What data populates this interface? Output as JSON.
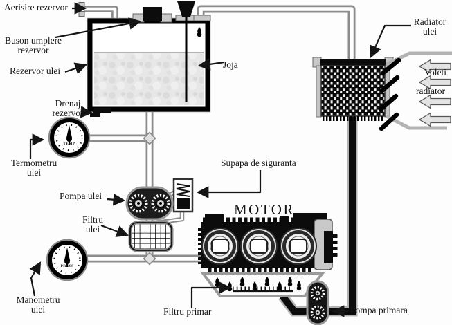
{
  "labels": {
    "aerisire": "Aerisire rezervor",
    "buson_1": "Buson umplere",
    "buson_2": "rezervor",
    "rezervor": "Rezervor ulei",
    "joja": "Joja",
    "drenaj_1": "Drenaj",
    "drenaj_2": "rezervor",
    "termometru_1": "Termometru",
    "termometru_2": "ulei",
    "pompa_ulei": "Pompa ulei",
    "supapa": "Supapa de siguranta",
    "filtru_ulei_1": "Filtru",
    "filtru_ulei_2": "ulei",
    "motor": "MOTOR",
    "manometru_1": "Manometru",
    "manometru_2": "ulei",
    "filtru_primar": "Filtru primar",
    "pompa_primara": "Pompa primara",
    "radiator_1": "Radiator",
    "radiator_2": "ulei",
    "voleti_1": "Voleti",
    "voleti_2": "radiator"
  },
  "gauges": {
    "temp": "TEMP",
    "press": "PRESS"
  },
  "colors": {
    "ink": "#151515",
    "pipe": "#8c8c8c",
    "dark": "#0c0c0c",
    "metal": "#c8c8c8",
    "oil": "#e7e7e7",
    "paper": "#fdfdfd"
  }
}
